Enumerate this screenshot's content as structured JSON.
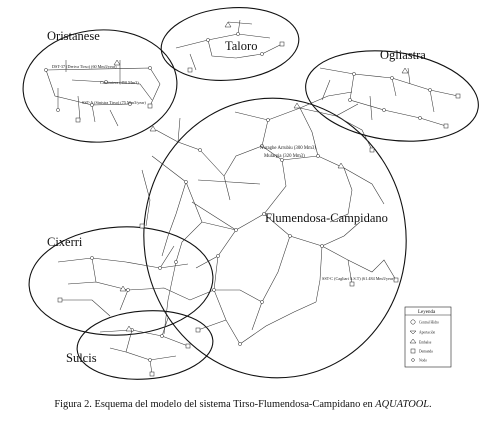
{
  "regions": {
    "oristanese": "Oristanese",
    "taloro": "Taloro",
    "ogliastra": "Ogliastra",
    "flumendosa": "Flumendosa-Campidano",
    "cixerri": "Cixerri",
    "sulcis": "Sulcis"
  },
  "labels": {
    "derivation_tirso": "DST-37 (Deriva Tirso) (60 Mm3/year)",
    "cantoniera": "Cantoniera (450 Mm3)",
    "sst_tirso": "SST-A (Sinistra Tirso) (75 Mm3/year)",
    "nuraghe": "Nuraghe Arrubiu (300 Mm3)",
    "mulargia": "Mulargia (320 Mm3)",
    "cagliari": "SST-C (Cagliari S.S.T) (61.484 Mm3/year)"
  },
  "legend": {
    "title": "Leyenda",
    "items": [
      "Central Hidro",
      "Aportación",
      "Embalse",
      "Demanda",
      "Nodo"
    ]
  },
  "caption": {
    "text": "Figura 2. Esquema del modelo del sistema Tirso-Flumendosa-Campidano en ",
    "emphasis": "AQUATOOL",
    "end": "."
  }
}
